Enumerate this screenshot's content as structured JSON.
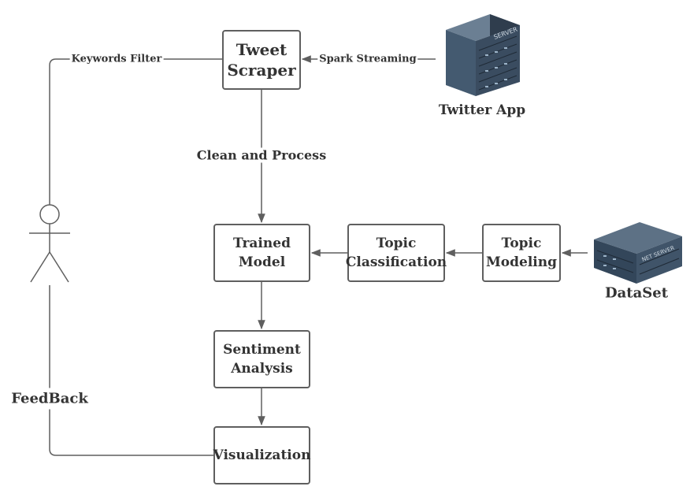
{
  "nodes": {
    "tweet_scraper": "Tweet\nScraper",
    "trained_model": "Trained\nModel",
    "topic_classification": "Topic\nClassification",
    "topic_modeling": "Topic\nModeling",
    "sentiment_analysis": "Sentiment\nAnalysis",
    "visualization": "Visualization"
  },
  "edges": {
    "keywords_filter": "Keywords Filter",
    "spark_streaming": "Spark Streaming",
    "clean_and_process": "Clean and Process",
    "feedback": "FeedBack"
  },
  "sources": {
    "twitter_app": "Twitter App",
    "dataset": "DataSet",
    "twitter_icon": "server-rack-icon",
    "dataset_icon": "server-unit-icon",
    "server_front_text": "SERVER",
    "server_side_text": "NET SERVER"
  },
  "actor": {
    "icon": "stick-figure-icon"
  },
  "colors": {
    "line": "#5f5f5f",
    "text": "#333333",
    "server": "#3d4f62"
  }
}
